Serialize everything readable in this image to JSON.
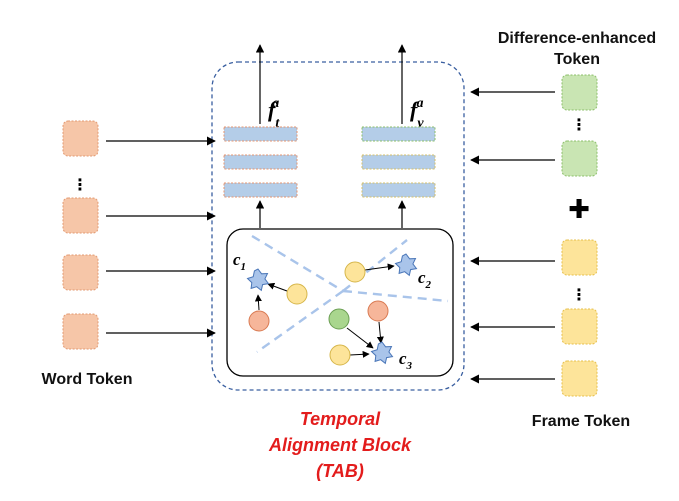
{
  "labels": {
    "word_token": "Word Token",
    "frame_token": "Frame Token",
    "diff_token_line1": "Difference-enhanced",
    "diff_token_line2": "Token",
    "tab_line1": "Temporal",
    "tab_line2": "Alignment Block",
    "tab_line3": "(TAB)",
    "ellipsis": "⋮",
    "plus": "✚"
  },
  "features": {
    "text": {
      "base": "f",
      "sup": "a",
      "sub": "t"
    },
    "visual": {
      "base": "f",
      "sup": "a",
      "sub": "v"
    }
  },
  "clusters": [
    {
      "base": "c",
      "sub": "1"
    },
    {
      "base": "c",
      "sub": "2"
    },
    {
      "base": "c",
      "sub": "3"
    }
  ],
  "colors": {
    "word_token": "#f6c6a8",
    "word_token_border": "#e39a72",
    "frame_token": "#fde49a",
    "frame_token_border": "#e6bf4a",
    "diff_token": "#c9e5b3",
    "diff_token_border": "#8cbf6a",
    "feature_bar": "#b4cde8",
    "feature_bar_text_border": "#e59570",
    "feature_bar_visual_border": "#d6c06a",
    "star": "#a9c4ea",
    "star_border": "#4a76b8",
    "node_orange": "#f6b69a",
    "node_orange_border": "#d97a52",
    "node_yellow": "#fde49a",
    "node_yellow_border": "#d6b64a",
    "node_green": "#a9d68e",
    "node_green_border": "#6a9e52",
    "divider": "#a9c4ea",
    "tab_border": "#3a5fa0",
    "tab_title": "#e31c1c"
  }
}
